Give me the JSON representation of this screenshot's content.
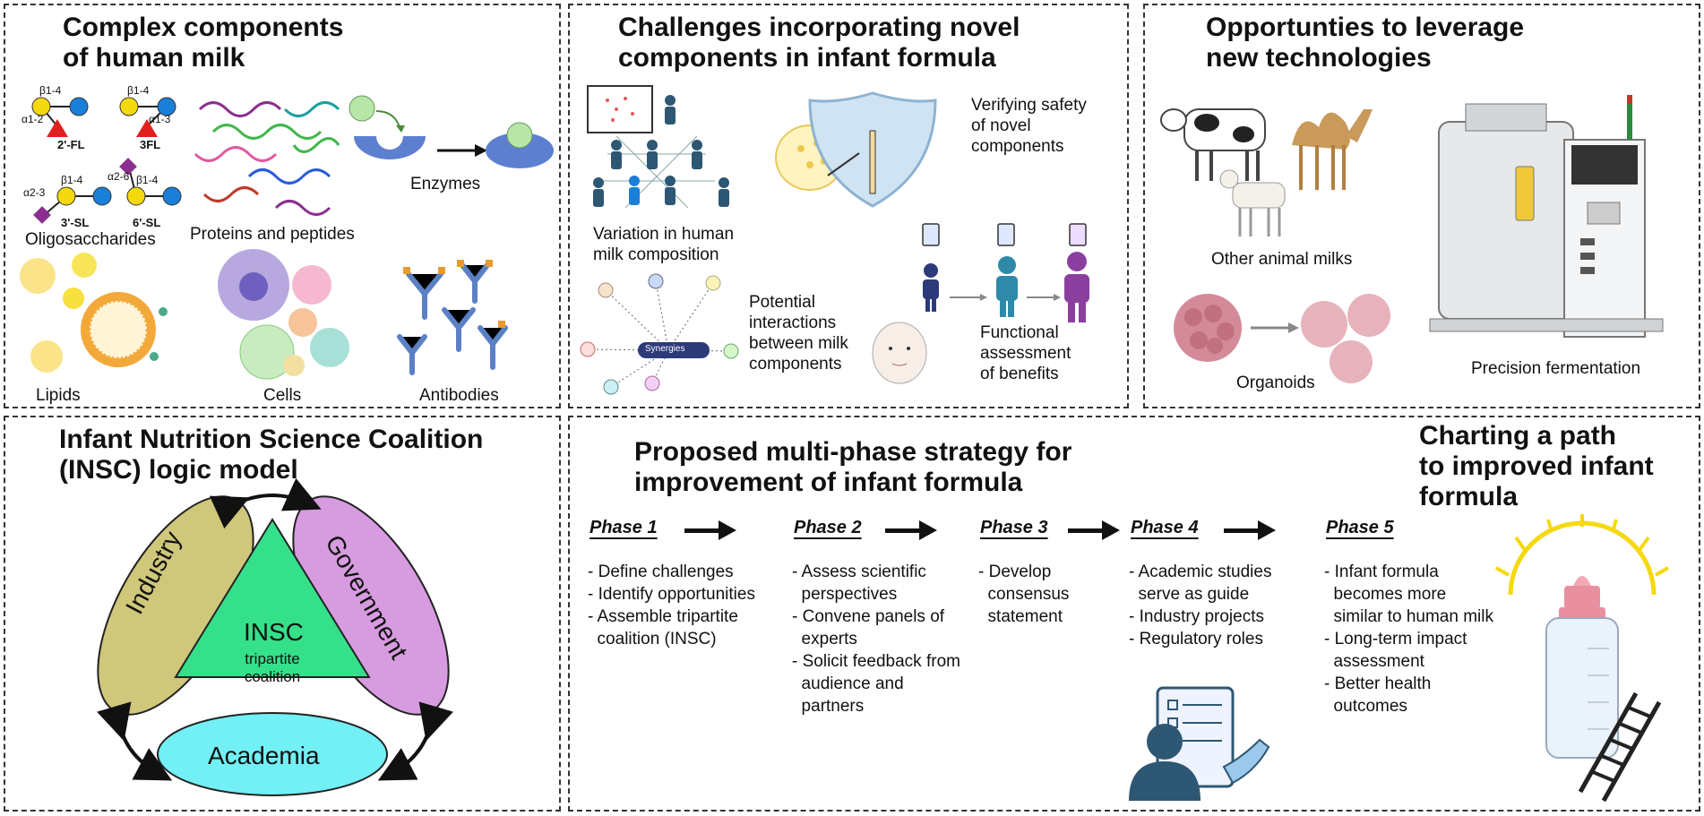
{
  "panels": {
    "milk": {
      "title_line1": "Complex components",
      "title_line2": "of human milk",
      "labels": {
        "fl2": "2'-FL",
        "fl3": "3FL",
        "sl3": "3'-SL",
        "sl6": "6'-SL",
        "b14a": "β1-4",
        "a12": "α1-2",
        "b14b": "β1-4",
        "a13": "α1-3",
        "a23": "α2-3",
        "b14c": "β1-4",
        "a26": "α2-6",
        "b14d": "β1-4",
        "oligo": "Oligosaccharides",
        "proteins": "Proteins and peptides",
        "enzymes": "Enzymes",
        "lipids": "Lipids",
        "cells": "Cells",
        "antibodies": "Antibodies"
      }
    },
    "challenges": {
      "title_line1": "Challenges incorporating novel",
      "title_line2": "components in infant formula",
      "variation_line1": "Variation in human",
      "variation_line2": "milk composition",
      "safety_line1": "Verifying safety",
      "safety_line2": "of novel",
      "safety_line3": "components",
      "interactions_line1": "Potential",
      "interactions_line2": "interactions",
      "interactions_line3": "between milk",
      "interactions_line4": "components",
      "synergies": "Synergies",
      "functional_line1": "Functional",
      "functional_line2": "assessment",
      "functional_line3": "of benefits"
    },
    "tech": {
      "title_line1": "Opportunties to leverage",
      "title_line2": "new technologies",
      "animal_milks": "Other animal milks",
      "organoids": "Organoids",
      "fermentation": "Precision fermentation"
    },
    "insc": {
      "title_line1": "Infant Nutrition Science Coalition",
      "title_line2": "(INSC) logic model",
      "industry": "Industry",
      "government": "Government",
      "academia": "Academia",
      "center_title": "INSC",
      "center_sub1": "tripartite",
      "center_sub2": "coalition"
    },
    "strategy": {
      "title_line1": "Proposed multi-phase strategy for",
      "title_line2": "improvement of infant formula",
      "path_line1": "Charting a path",
      "path_line2": "to improved infant",
      "path_line3": "formula",
      "phases": [
        {
          "name": "Phase 1",
          "items": [
            "- Define challenges",
            "- Identify opportunities",
            "- Assemble tripartite",
            "  coalition (INSC)"
          ]
        },
        {
          "name": "Phase 2",
          "items": [
            "- Assess scientific",
            "  perspectives",
            "- Convene panels of",
            "  experts",
            "- Solicit feedback from",
            "  audience and",
            "  partners"
          ]
        },
        {
          "name": "Phase 3",
          "items": [
            "- Develop",
            "  consensus",
            "  statement"
          ]
        },
        {
          "name": "Phase 4",
          "items": [
            "- Academic studies",
            "  serve as guide",
            "- Industry projects",
            "- Regulatory roles"
          ]
        },
        {
          "name": "Phase 5",
          "items": [
            "- Infant formula",
            "  becomes more",
            "  similar to human milk",
            "- Long-term impact",
            "  assessment",
            "- Better health",
            "  outcomes"
          ]
        }
      ]
    }
  },
  "colors": {
    "industry": "#cfc77a",
    "government": "#d79be0",
    "academia": "#72f0f5",
    "insc": "#35e08a",
    "navy": "#2e5773",
    "galactose": "#f5d90f",
    "glucose": "#1a7fd9",
    "fucose": "#e0201f",
    "sialic": "#8a2f8f"
  }
}
